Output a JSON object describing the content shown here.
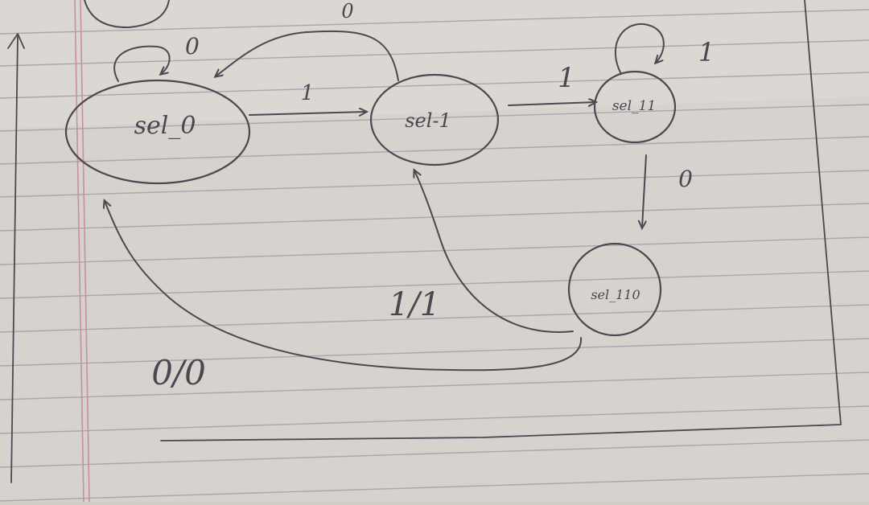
{
  "diagram": {
    "states": [
      {
        "id": "s0",
        "label": "sel_0"
      },
      {
        "id": "s1",
        "label": "sel-1"
      },
      {
        "id": "s11",
        "label": "sel_11"
      },
      {
        "id": "s110",
        "label": "sel_110"
      }
    ],
    "transitions": [
      {
        "from": "s0",
        "to": "s0",
        "label": "0"
      },
      {
        "from": "s0",
        "to": "s1",
        "label": "1"
      },
      {
        "from": "s1",
        "to": "s0",
        "label": "0"
      },
      {
        "from": "s1",
        "to": "s11",
        "label": "1"
      },
      {
        "from": "s11",
        "to": "s11",
        "label": "1"
      },
      {
        "from": "s11",
        "to": "s110",
        "label": "0"
      },
      {
        "from": "s110",
        "to": "s1",
        "label": "1/1"
      },
      {
        "from": "s110",
        "to": "s0",
        "label": "0/0"
      }
    ]
  }
}
